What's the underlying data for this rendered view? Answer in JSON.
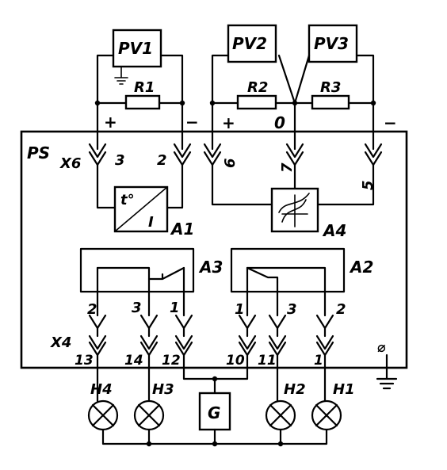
{
  "labels": {
    "pv1": "PV1",
    "pv2": "PV2",
    "pv3": "PV3",
    "r1": "R1",
    "r2": "R2",
    "r3": "R3",
    "plus": "+",
    "minus": "−",
    "zero": "0",
    "ps": "PS",
    "x6": "X6",
    "x4": "X4",
    "a1": "A1",
    "a2": "A2",
    "a3": "A3",
    "a4": "A4",
    "a1_temp": "t°",
    "a1_current": "I",
    "ground_symbol": "⌀",
    "g": "G",
    "h1": "H1",
    "h2": "H2",
    "h3": "H3",
    "h4": "H4",
    "x6_pins": {
      "p3": "3",
      "p2": "2",
      "p6": "6",
      "p7": "7",
      "p5": "5"
    },
    "a3_pins": {
      "p2": "2",
      "p3": "3",
      "p1": "1"
    },
    "a2_pins": {
      "p1": "1",
      "p3": "3",
      "p2": "2"
    },
    "x4_pins": {
      "p13": "13",
      "p14": "14",
      "p12": "12",
      "p10": "10",
      "p11": "11",
      "p1": "1"
    }
  }
}
